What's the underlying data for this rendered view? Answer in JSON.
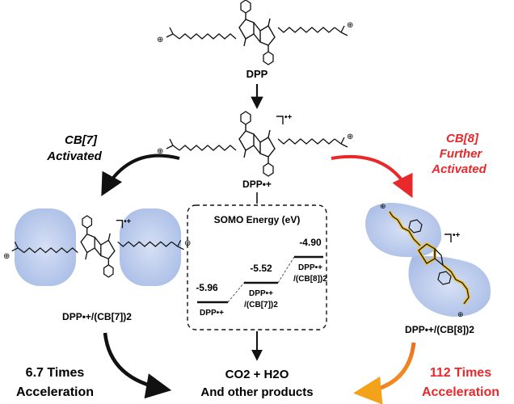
{
  "molecules": {
    "dpp": "DPP",
    "dpp_radical": "DPP•+",
    "complex_cb7": "DPP•+/(CB[7])2",
    "complex_cb8": "DPP•+/(CB[8])2",
    "charge": "•+",
    "plus": "⊕"
  },
  "left_path": {
    "line1": "CB[7]",
    "line2": "Activated"
  },
  "right_path": {
    "line1": "CB[8]",
    "line2": "Further",
    "line3": "Activated"
  },
  "somo": {
    "title": "SOMO Energy (eV)",
    "levels": [
      {
        "value": "-5.96",
        "label": "DPP•+"
      },
      {
        "value": "-5.52",
        "label_line1": "DPP•+",
        "label_line2": "/(CB[7])2"
      },
      {
        "value": "-4.90",
        "label_line1": "DPP•+",
        "label_line2": "/(CB[8])2"
      }
    ]
  },
  "products": {
    "line1": "CO2 + H2O",
    "line2": "And other products"
  },
  "acceleration": {
    "cb7_line1": "6.7 Times",
    "cb7_line2": "Acceleration",
    "cb8_line1": "112 Times",
    "cb8_line2": "Acceleration"
  },
  "colors": {
    "red": "#e8282b",
    "cavitand": "#b9c9ea",
    "highlight": "#f3c21a",
    "black": "#111111"
  }
}
